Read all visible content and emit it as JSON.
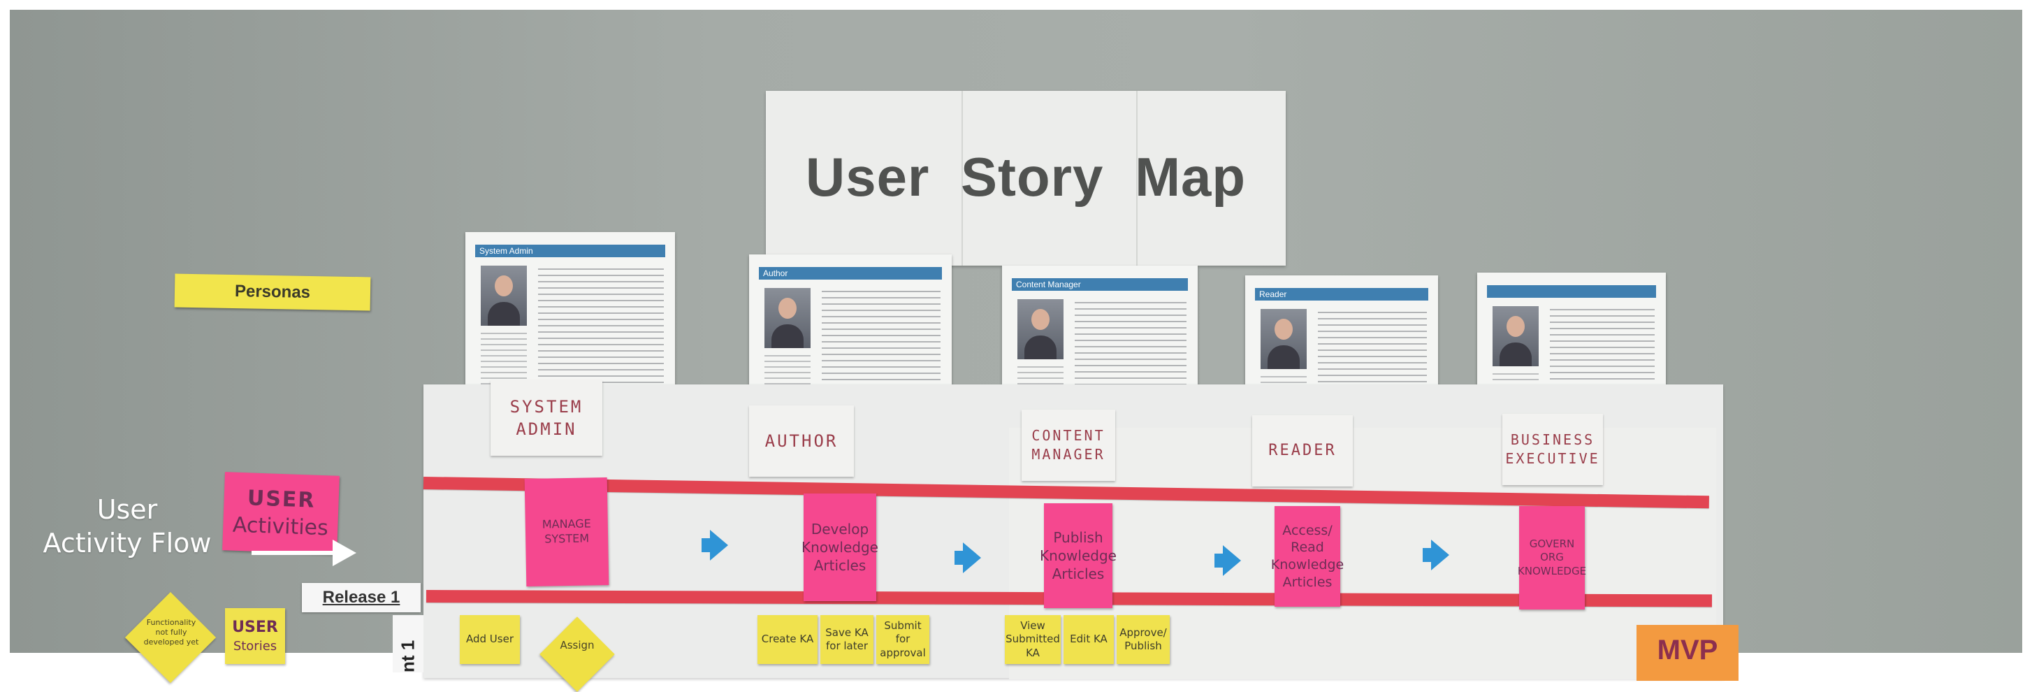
{
  "title": {
    "text": "User  Story  Map"
  },
  "labels": {
    "personas": "Personas",
    "user_activity_flow_line1": "User",
    "user_activity_flow_line2": "Activity Flow",
    "release": "Release 1",
    "release_vertical": "nt 1",
    "mvp": "MVP"
  },
  "personas": [
    {
      "header": "System Admin"
    },
    {
      "header": "Author"
    },
    {
      "header": "Content Manager"
    },
    {
      "header": "Reader"
    },
    {
      "header": ""
    }
  ],
  "roles": [
    {
      "line1": "SYSTEM",
      "line2": "ADMIN"
    },
    {
      "line1": "AUTHOR",
      "line2": ""
    },
    {
      "line1": "CONTENT",
      "line2": "MANAGER"
    },
    {
      "line1": "READER",
      "line2": ""
    },
    {
      "line1": "BUSINESS",
      "line2": "EXECUTIVE"
    }
  ],
  "activities": [
    {
      "text": "MANAGE SYSTEM"
    },
    {
      "text": "Develop Knowledge Articles"
    },
    {
      "text": "Publish Knowledge Articles"
    },
    {
      "text": "Access/ Read Knowledge Articles"
    },
    {
      "text": "GOVERN ORG KNOWLEDGE"
    }
  ],
  "legend_notes": {
    "user_activities_line1": "USER",
    "user_activities_line2": "Activities",
    "user_stories_line1": "USER",
    "user_stories_line2": "Stories",
    "diamond_note": "Functionality not fully developed yet"
  },
  "stories": [
    {
      "text": "Add User"
    },
    {
      "text": "Assign"
    },
    {
      "text": "Create KA"
    },
    {
      "text": "Save KA for later"
    },
    {
      "text": "Submit for approval"
    },
    {
      "text": "View Submitted KA"
    },
    {
      "text": "Edit KA"
    },
    {
      "text": "Approve/ Publish"
    }
  ],
  "colors": {
    "wall": "#a5aba7",
    "tape": "#e24452",
    "sticky_pink": "#f5488f",
    "sticky_yellow": "#f0e24e",
    "arrow_blue": "#2f94d6",
    "persona_header": "#3f7fb0"
  }
}
